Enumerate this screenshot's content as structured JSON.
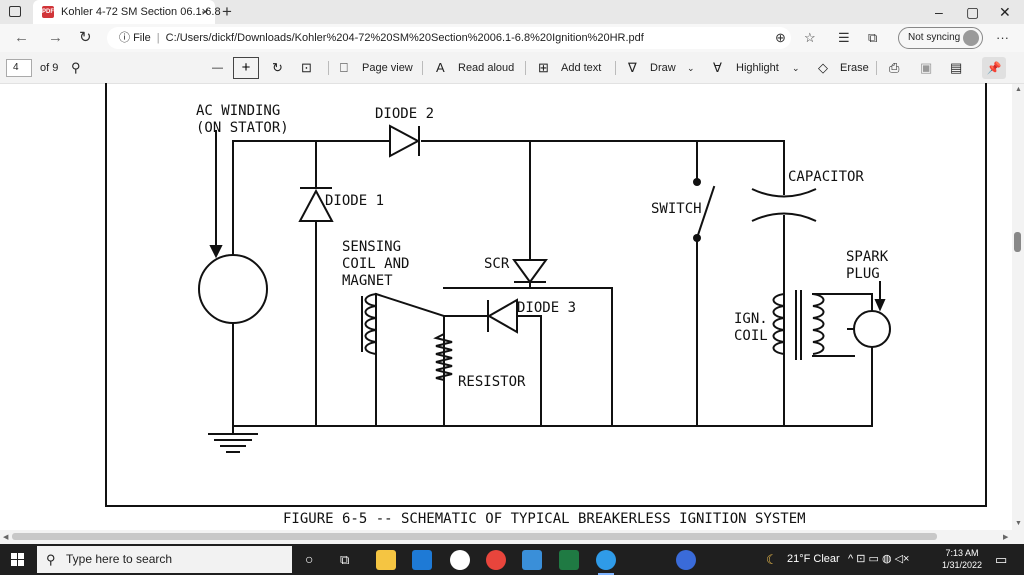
{
  "browser": {
    "tab_title": "Kohler 4-72 SM Section 06.1-6.8",
    "tab_icon_label": "PDF",
    "new_tab": "+",
    "address": {
      "info_icon": "ⓘ",
      "scheme_label": "File",
      "url": "C:/Users/dickf/Downloads/Kohler%204-72%20SM%20Section%2006.1-6.8%20Ignition%20HR.pdf"
    },
    "profile_button": "Not syncing",
    "more_menu": "···",
    "window_controls": {
      "minimize": "–",
      "maximize": "▢",
      "close": "✕"
    }
  },
  "pdf_toolbar": {
    "page_number": "4",
    "page_count": "of 9",
    "zoom_out": "—",
    "zoom_in": "+",
    "page_view": "Page view",
    "read_aloud": "Read aloud",
    "add_text": "Add text",
    "draw": "Draw",
    "highlight": "Highlight",
    "erase": "Erase"
  },
  "schematic": {
    "labels": {
      "ac_winding_1": "AC WINDING",
      "ac_winding_2": "(ON STATOR)",
      "diode_2": "DIODE 2",
      "diode_1": "DIODE 1",
      "switch": "SWITCH",
      "capacitor": "CAPACITOR",
      "sensing_1": "SENSING",
      "sensing_2": "COIL AND",
      "sensing_3": "MAGNET",
      "scr": "SCR",
      "spark_1": "SPARK",
      "spark_2": "PLUG",
      "diode_3": "DIODE 3",
      "ign_1": "IGN.",
      "ign_2": "COIL",
      "resistor": "RESISTOR"
    },
    "caption": "FIGURE 6-5 -- SCHEMATIC OF TYPICAL BREAKERLESS IGNITION SYSTEM"
  },
  "taskbar": {
    "search_placeholder": "Type here to search",
    "weather": "21°F  Clear",
    "time": "7:13 AM",
    "date": "1/31/2022",
    "tray_symbols": "^  ⊡  ▭  ◍  ◁×"
  }
}
